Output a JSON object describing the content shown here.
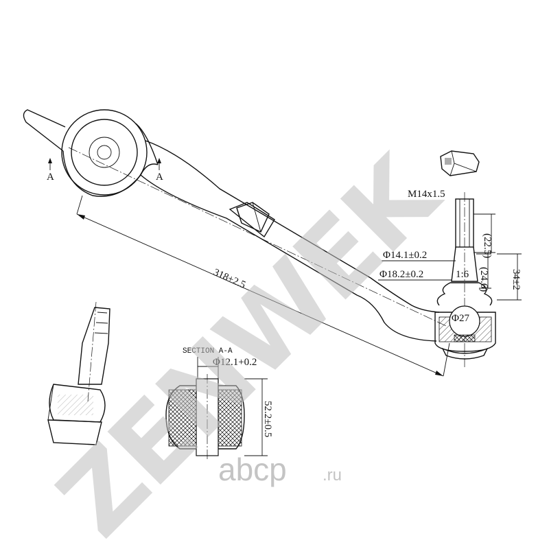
{
  "watermark": {
    "brand": "ZENWEK",
    "site": "abcp",
    "site_tld": ".ru",
    "color": "#bdbdbd"
  },
  "labels": {
    "section_marker": "A",
    "section_title": "SECTION A-A"
  },
  "dimensions": {
    "length": "318±2.5",
    "thread": "M14x1.5",
    "thread_length": "(22.5)",
    "shank_diameter": "Φ14.1±0.2",
    "taper_diameter": "Φ18.2±0.2",
    "taper_ratio": "1:6",
    "taper_length": "(24.6)",
    "stud_height": "34±2",
    "ball_diameter": "Φ27",
    "bushing_bore": "Φ12.1+0.2",
    "bushing_height": "52.2±0.5"
  },
  "colors": {
    "line": "#111111",
    "background": "#ffffff"
  }
}
